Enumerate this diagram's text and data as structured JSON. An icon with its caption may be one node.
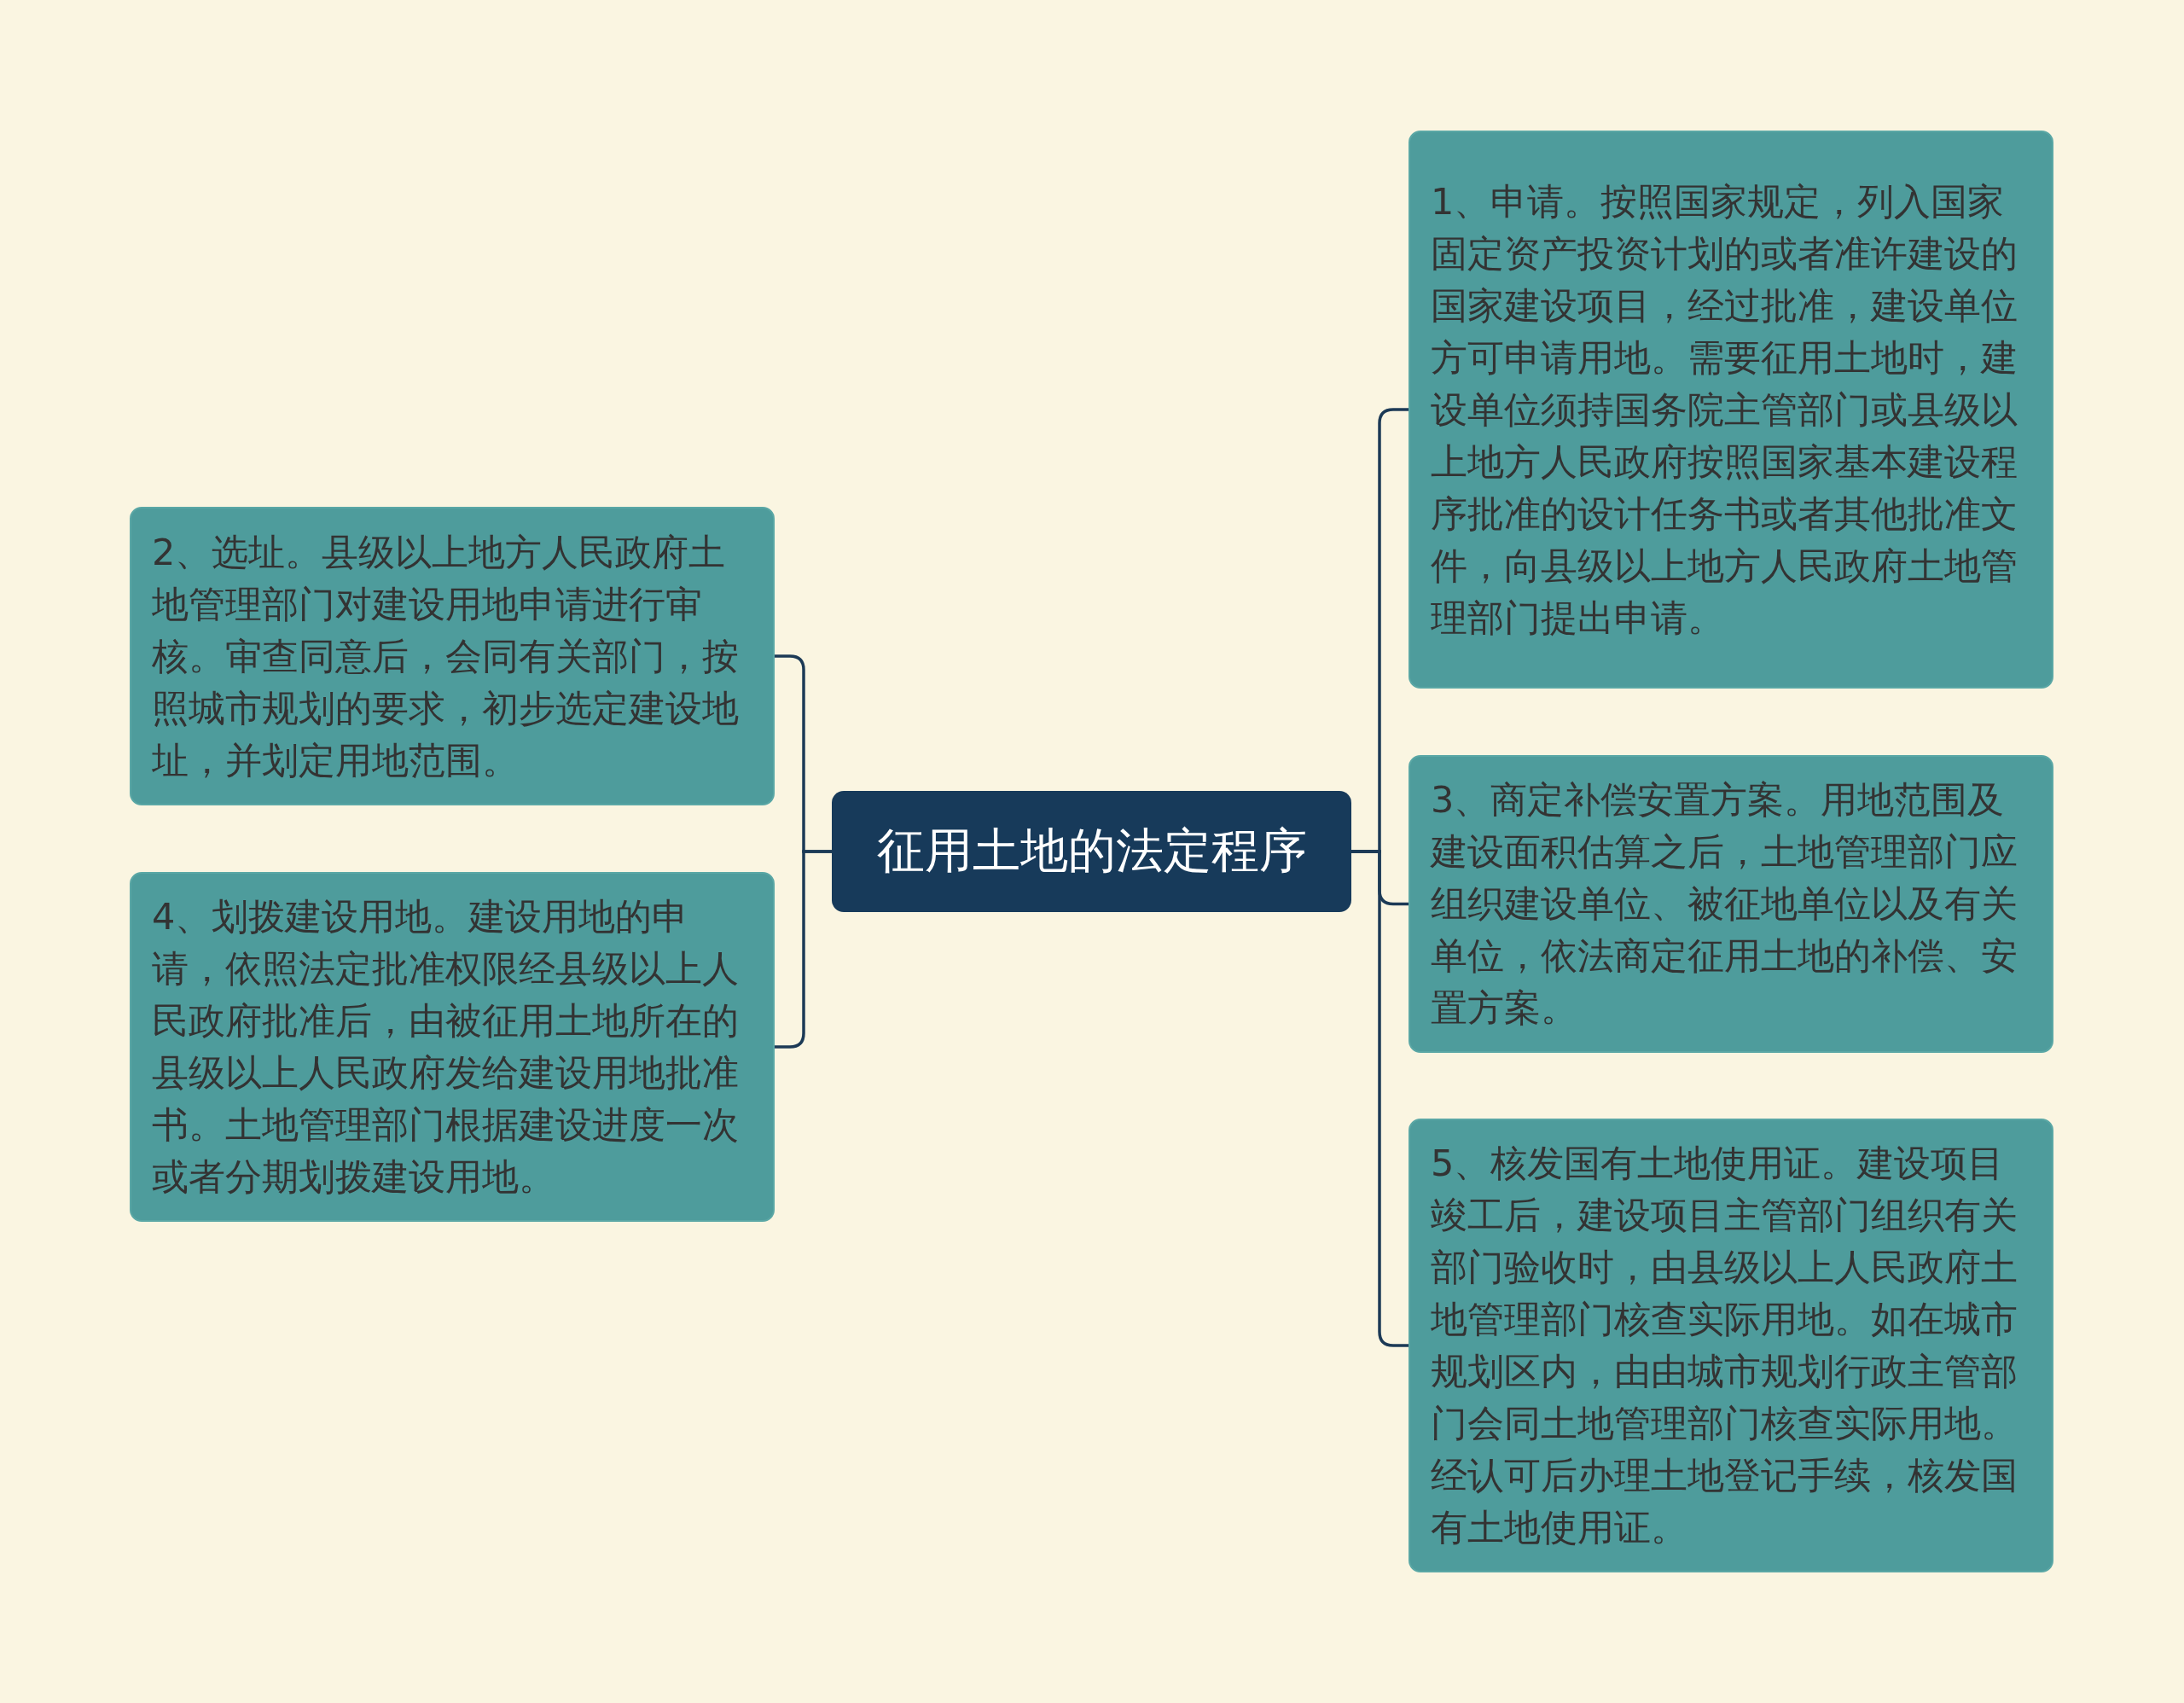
{
  "diagram": {
    "nodes": [
      {
        "text": [
          "征用土地的法定程序"
        ]
      },
      {
        "text": [
          "1、申请。按照国家规定，列入国家固定资产投资计划的或者准许建设的国家建设项目，经过批准，建设单位方可申请用地。需要征用土地时，建设单位须持国务院主管部门或县级以上地方人民政府按照国家基本建设程序批准的设计任务书或者其他批准文件，向县级以上地方人民政府土地管理部门提出申请。"
        ]
      },
      {
        "text": [
          "2、选址。县级以上地方人民政府土地管理部门对建设用地申请进行审核。审查同意后，会同有关部门，按照城市规划的要求，初步选定建设地址，并划定用地范围。"
        ]
      },
      {
        "text": [
          "3、商定补偿安置方案。用地范围及建设面积估算之后，土地管理部门应组织建设单位、被征地单位以及有关单位，依法商定征用土地的补偿、安置方案。"
        ]
      },
      {
        "text": [
          "4、划拨建设用地。建设用地的申请，依照法定批准权限经县级以上人民政府批准后，由被征用土地所在的县级以上人民政府发给建设用地批准书。土地管理部门根据建设进度一次或者分期划拨建设用地。"
        ]
      },
      {
        "text": [
          "5、核发国有土地使用证。建设项目竣工后，建设项目主管部门组织有关部门验收时，由县级以上人民政府土地管理部门核查实际用地。如在城市规划区内，由由城市规划行政主管部门会同土地管理部门核查实际用地。经认可后办理土地登记手续，核发国有土地使用证。"
        ]
      }
    ],
    "edges": [
      {
        "from": 0,
        "to": 1,
        "arrow": "none"
      },
      {
        "from": 0,
        "to": 2,
        "arrow": "none"
      },
      {
        "from": 0,
        "to": 3,
        "arrow": "none"
      },
      {
        "from": 0,
        "to": 4,
        "arrow": "none"
      },
      {
        "from": 0,
        "to": 5,
        "arrow": "none"
      }
    ]
  }
}
